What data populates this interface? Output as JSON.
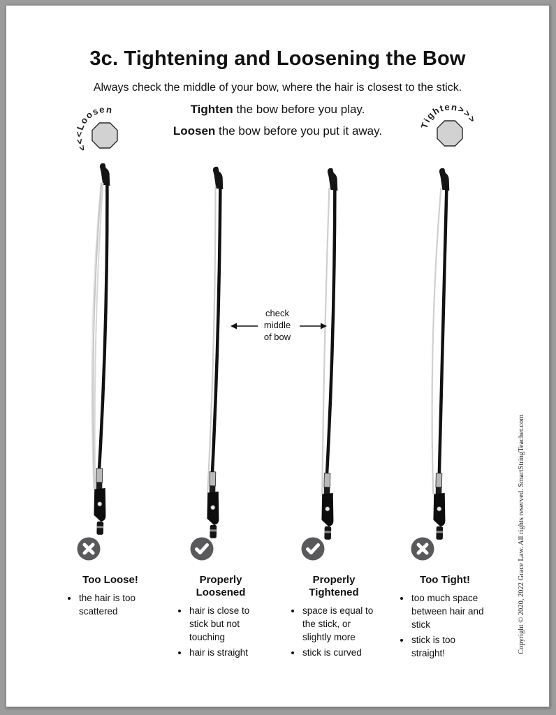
{
  "page": {
    "title": "3c. Tightening and Loosening the Bow",
    "subtitle": "Always check the middle of your bow, where the hair is closest to the stick.",
    "instructions": [
      {
        "bold": "Tighten",
        "rest": " the bow before you play."
      },
      {
        "bold": "Loosen",
        "rest": " the bow before you put it away."
      }
    ],
    "copyright": "Copyright © 2020, 2022 Grace Law. All rights reserved. SmartStringTeacher.com"
  },
  "signs": {
    "loosen": {
      "arc_label": "<<<Loosen"
    },
    "tighten": {
      "arc_label": "Tighten>>>"
    }
  },
  "middle_note": {
    "lines": [
      "check",
      "middle",
      "of bow"
    ]
  },
  "columns": [
    {
      "icon": "x-icon",
      "heading": "Too Loose!",
      "bullets": [
        "the hair is too scattered"
      ]
    },
    {
      "icon": "check-icon",
      "heading": "Properly Loosened",
      "bullets": [
        "hair is close to stick but not touching",
        "hair is straight"
      ]
    },
    {
      "icon": "check-icon",
      "heading": "Properly Tightened",
      "bullets": [
        "space is equal to the stick, or slightly more",
        "stick is curved"
      ]
    },
    {
      "icon": "x-icon",
      "heading": "Too Tight!",
      "bullets": [
        "too much space between hair and stick",
        "stick is too straight!"
      ]
    }
  ],
  "colors": {
    "frame": "#9c9c9c",
    "page": "#ffffff",
    "status_icon_circle": "#59595b",
    "octagon_fill": "#d2d2d2",
    "bow_stick": "#111111",
    "bow_hair": "#c9c9c9"
  }
}
